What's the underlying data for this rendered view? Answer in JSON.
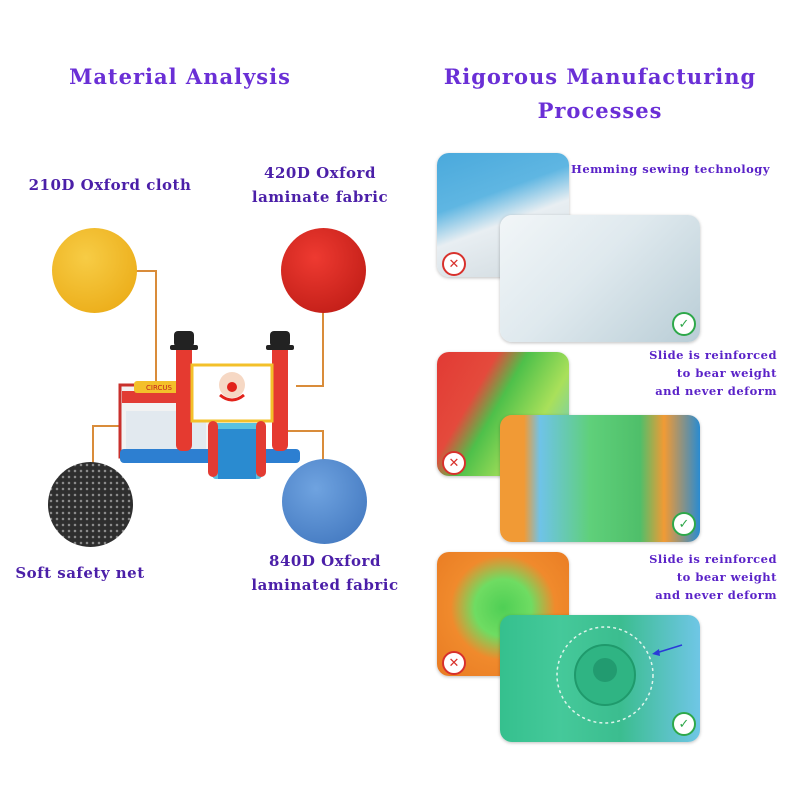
{
  "left": {
    "heading": "Material Analysis",
    "materials": [
      {
        "label": "210D Oxford cloth",
        "color": "#f2b51c"
      },
      {
        "label_line1": "420D Oxford",
        "label_line2": "laminate fabric",
        "color": "#d9251f"
      },
      {
        "label": "Soft safety net",
        "color": "#3a3a3a"
      },
      {
        "label_line1": "840D Oxford",
        "label_line2": "laminated fabric",
        "color": "#4f86cc"
      }
    ],
    "product_sign": "CIRCUS"
  },
  "right": {
    "heading_line1": "Rigorous Manufacturing",
    "heading_line2": "Processes",
    "processes": [
      {
        "label_lines": [
          "Hemming sewing technology"
        ],
        "bad_icon": "cross-icon",
        "good_icon": "check-icon"
      },
      {
        "label_lines": [
          "Slide is reinforced",
          "to bear weight",
          "and never deform"
        ],
        "bad_icon": "cross-icon",
        "good_icon": "check-icon"
      },
      {
        "label_lines": [
          "Slide is reinforced",
          "to bear weight",
          "and never deform"
        ],
        "bad_icon": "cross-icon",
        "good_icon": "check-icon"
      }
    ]
  },
  "colors": {
    "heading": "#6a2fd6",
    "label": "#4b1fa8",
    "leader": "#d98c3a",
    "bad": "#d8312c",
    "good": "#2ea84a"
  }
}
